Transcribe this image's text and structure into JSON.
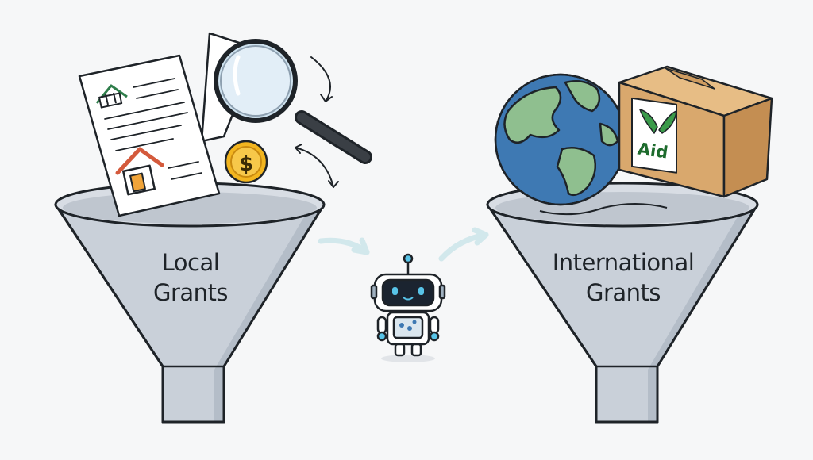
{
  "left_funnel": {
    "line1": "Local",
    "line2": "Grants"
  },
  "right_funnel": {
    "line1": "International",
    "line2": "Grants"
  },
  "box": {
    "label": "Aid"
  },
  "coin": {
    "symbol": "$"
  },
  "colors": {
    "funnel_fill": "#c3cad4",
    "funnel_rim": "#d9dee5",
    "outline": "#1e2328",
    "ocean": "#3e79b3",
    "land": "#8fbf8f",
    "box": "#d9a86d",
    "coin": "#f2b51f",
    "house_roof": "#d45a3c",
    "house_door": "#f0a43a",
    "arrow": "#d2e8ec",
    "robot_screen": "#1b2430",
    "robot_eye": "#58c4e8"
  }
}
